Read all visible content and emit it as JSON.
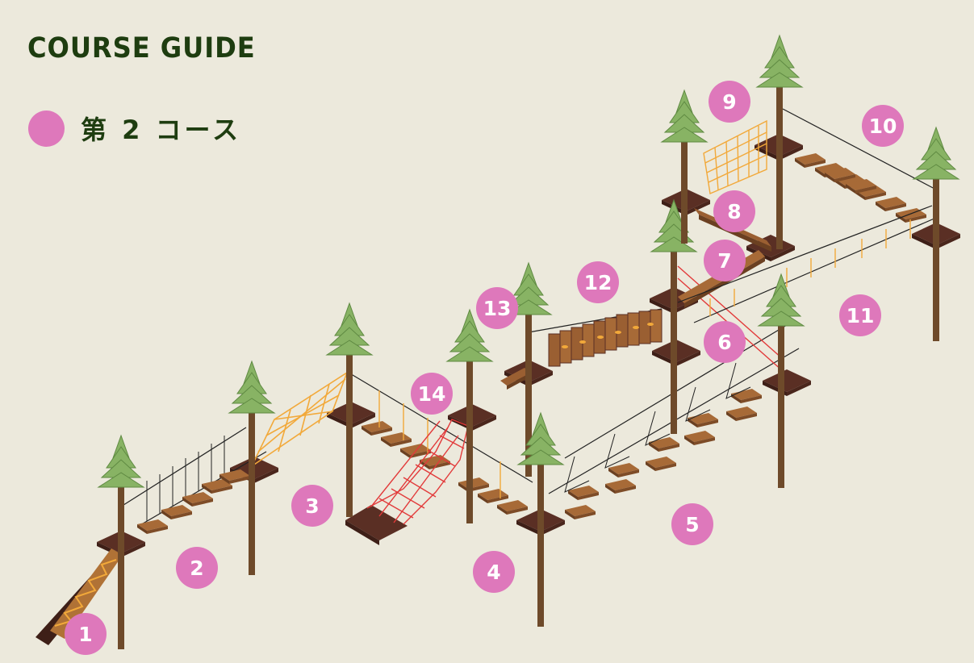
{
  "header": {
    "title": "COURSE GUIDE"
  },
  "legend": {
    "label": "第 2 コース",
    "color": "#de78bb"
  },
  "colors": {
    "background": "#ece9dc",
    "title_text": "#1e3d10",
    "marker": "#de78bb",
    "tree_foliage": "#88b364",
    "tree_trunk": "#6e4a2a",
    "platform": "#5a2f24",
    "plank": "#9a5f32",
    "orange_net": "#f2a93a",
    "red_net": "#e23a3a",
    "cable": "#222222"
  },
  "markers": [
    {
      "number": "1"
    },
    {
      "number": "2"
    },
    {
      "number": "3"
    },
    {
      "number": "4"
    },
    {
      "number": "5"
    },
    {
      "number": "6"
    },
    {
      "number": "7"
    },
    {
      "number": "8"
    },
    {
      "number": "9"
    },
    {
      "number": "10"
    },
    {
      "number": "11"
    },
    {
      "number": "12"
    },
    {
      "number": "13"
    },
    {
      "number": "14"
    }
  ]
}
